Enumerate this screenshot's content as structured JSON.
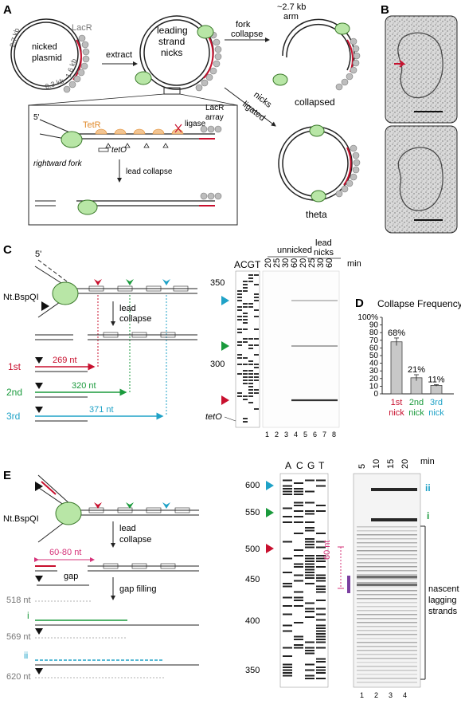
{
  "panels": {
    "a": "A",
    "b": "B",
    "c": "C",
    "d": "D",
    "e": "E"
  },
  "panel_a": {
    "lacr": "LacR",
    "kb_27": "2.7 kb",
    "kb_16": "1.6 kb",
    "kb_03": "0.3 kb",
    "nicked": "nicked",
    "plasmid": "plasmid",
    "extract": "extract",
    "leading": "leading",
    "strand": "strand",
    "nicks": "nicks",
    "arm_kb": "~2.7 kb",
    "arm": "arm",
    "fork": "fork",
    "collapse": "collapse",
    "collapsed": "collapsed",
    "nicks_l": "nicks",
    "ligated": "ligated",
    "theta": "theta",
    "five_prime": "5'",
    "tetr": "TetR",
    "ligase": "ligase",
    "lacr_array_1": "LacR",
    "lacr_array_2": "array",
    "teto": "tetO",
    "rightward_fork": "rightward fork",
    "lead_collapse": "lead collapse"
  },
  "panel_c": {
    "five_prime": "5'",
    "enzyme": "Nt.BspQI",
    "lead": "lead",
    "collapse": "collapse",
    "first": "1st",
    "second": "2nd",
    "third": "3rd",
    "nt_269": "269 nt",
    "nt_320": "320 nt",
    "nt_371": "371 nt",
    "acgt": "ACGT",
    "unnicked": "unnicked",
    "lead_nicks_1": "lead",
    "lead_nicks_2": "nicks",
    "times": [
      "20",
      "25",
      "30",
      "60",
      "20",
      "25",
      "30",
      "60"
    ],
    "min": "min",
    "y350": "350",
    "y300": "300",
    "teto": "tetO",
    "lanes": [
      "1",
      "2",
      "3",
      "4",
      "5",
      "6",
      "7",
      "8"
    ]
  },
  "panel_d": {
    "title": "Collapse Frequency",
    "ticks": [
      "100%",
      "90",
      "80",
      "70",
      "60",
      "50",
      "40",
      "30",
      "20",
      "10",
      "0"
    ],
    "cat1a": "1st",
    "cat1b": "nick",
    "cat2a": "2nd",
    "cat2b": "nick",
    "cat3a": "3rd",
    "cat3b": "nick"
  },
  "chart_data": {
    "type": "bar",
    "title": "Collapse Frequency",
    "categories": [
      "1st nick",
      "2nd nick",
      "3rd nick"
    ],
    "values": [
      68,
      21,
      11
    ],
    "labels": [
      "68%",
      "21%",
      "11%"
    ],
    "ylim": [
      0,
      100
    ],
    "colors": [
      "#c8102e",
      "#1a9a3c",
      "#1fa2c7"
    ]
  },
  "panel_e": {
    "enzyme": "Nt.BspQI",
    "lead": "lead",
    "collapse": "collapse",
    "range": "60-80 nt",
    "gap": "gap",
    "gap_filling": "gap filling",
    "nt_518": "518 nt",
    "nt_569": "569 nt",
    "nt_620": "620 nt",
    "i": "i",
    "ii": "ii",
    "acgt": [
      "A",
      "C",
      "G",
      "T"
    ],
    "y600": "600",
    "y550": "550",
    "y500": "500",
    "y450": "450",
    "y400": "400",
    "y350": "350",
    "sixty": "60 nt",
    "times": [
      "5",
      "10",
      "15",
      "20"
    ],
    "min": "min",
    "band_ii": "ii",
    "band_i": "i",
    "nascent_1": "nascent",
    "nascent_2": "lagging",
    "nascent_3": "strands",
    "lanes": [
      "1",
      "2",
      "3",
      "4"
    ]
  },
  "colors": {
    "red": "#c8102e",
    "green": "#1a9a3c",
    "cyan": "#1fa2c7",
    "orange": "#e08a2c",
    "magenta": "#d6337a",
    "purple": "#7b3fa0",
    "helicase": "#b8e6a6",
    "bead": "#bdbdbd"
  }
}
